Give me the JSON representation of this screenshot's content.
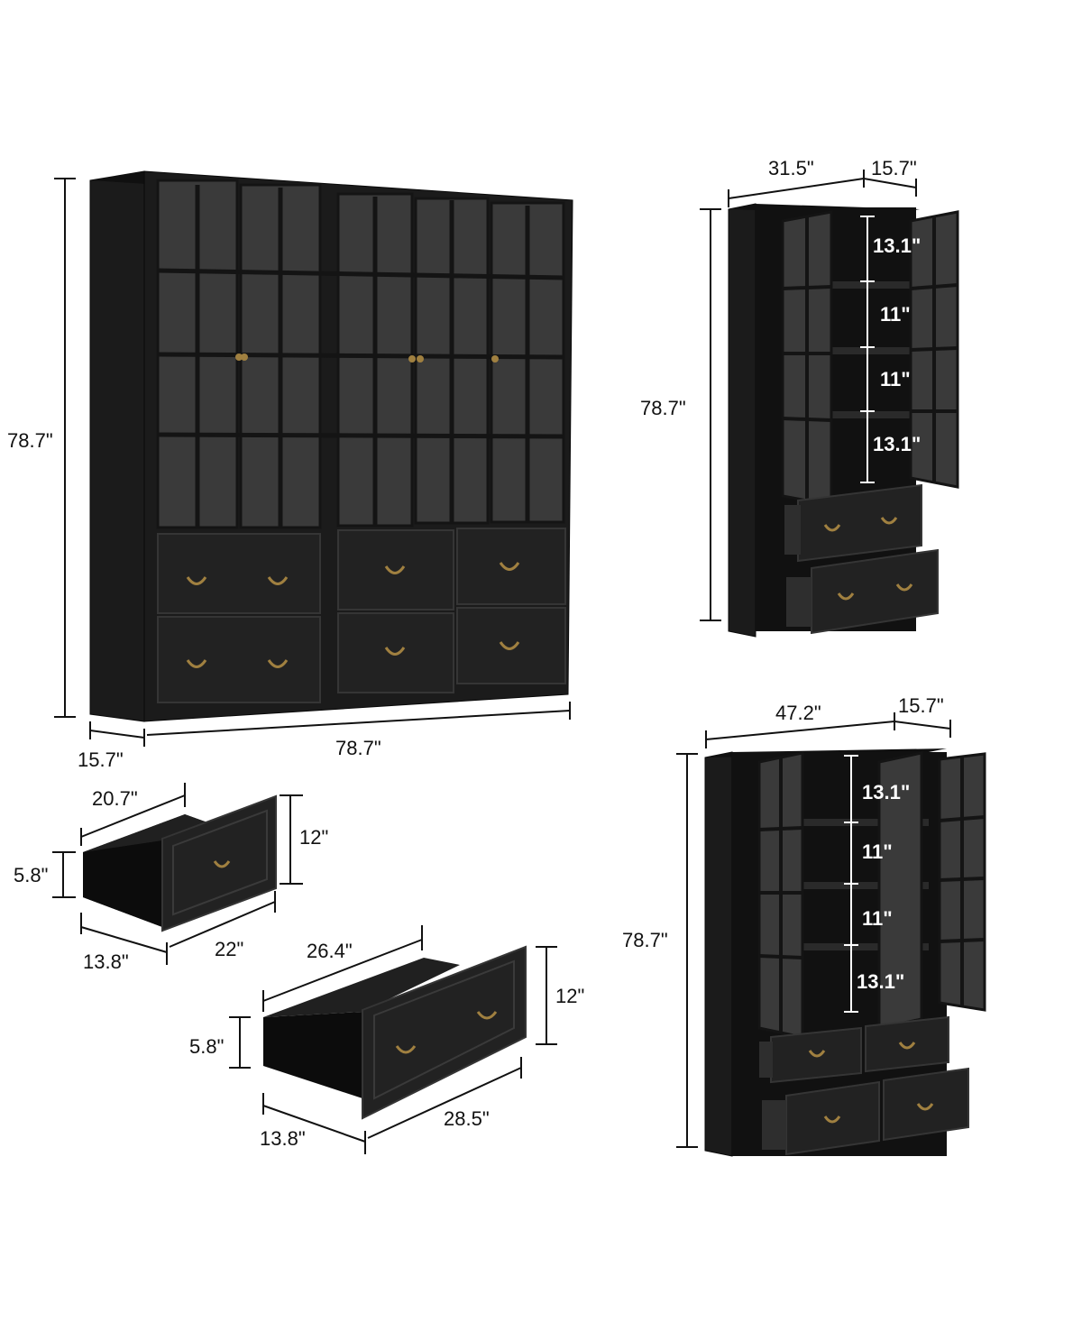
{
  "main_cabinet": {
    "height": "78.7\"",
    "width": "78.7\"",
    "depth": "15.7\""
  },
  "small_cabinet": {
    "width": "31.5\"",
    "depth": "15.7\"",
    "height": "78.7\"",
    "shelves": [
      "13.1\"",
      "11\"",
      "11\"",
      "13.1\""
    ]
  },
  "large_cabinet": {
    "width": "47.2\"",
    "depth": "15.7\"",
    "height": "78.7\"",
    "shelves": [
      "13.1\"",
      "11\"",
      "11\"",
      "13.1\""
    ]
  },
  "small_drawer": {
    "inner_width": "20.7\"",
    "inner_height": "5.8\"",
    "front_height": "12\"",
    "depth": "13.8\"",
    "front_width": "22\""
  },
  "large_drawer": {
    "inner_width": "26.4\"",
    "inner_height": "5.8\"",
    "front_height": "12\"",
    "depth": "13.8\"",
    "front_width": "28.5\""
  },
  "colors": {
    "cabinet": "#1b1b1b",
    "hardware": "#a08040",
    "background": "#ffffff"
  }
}
